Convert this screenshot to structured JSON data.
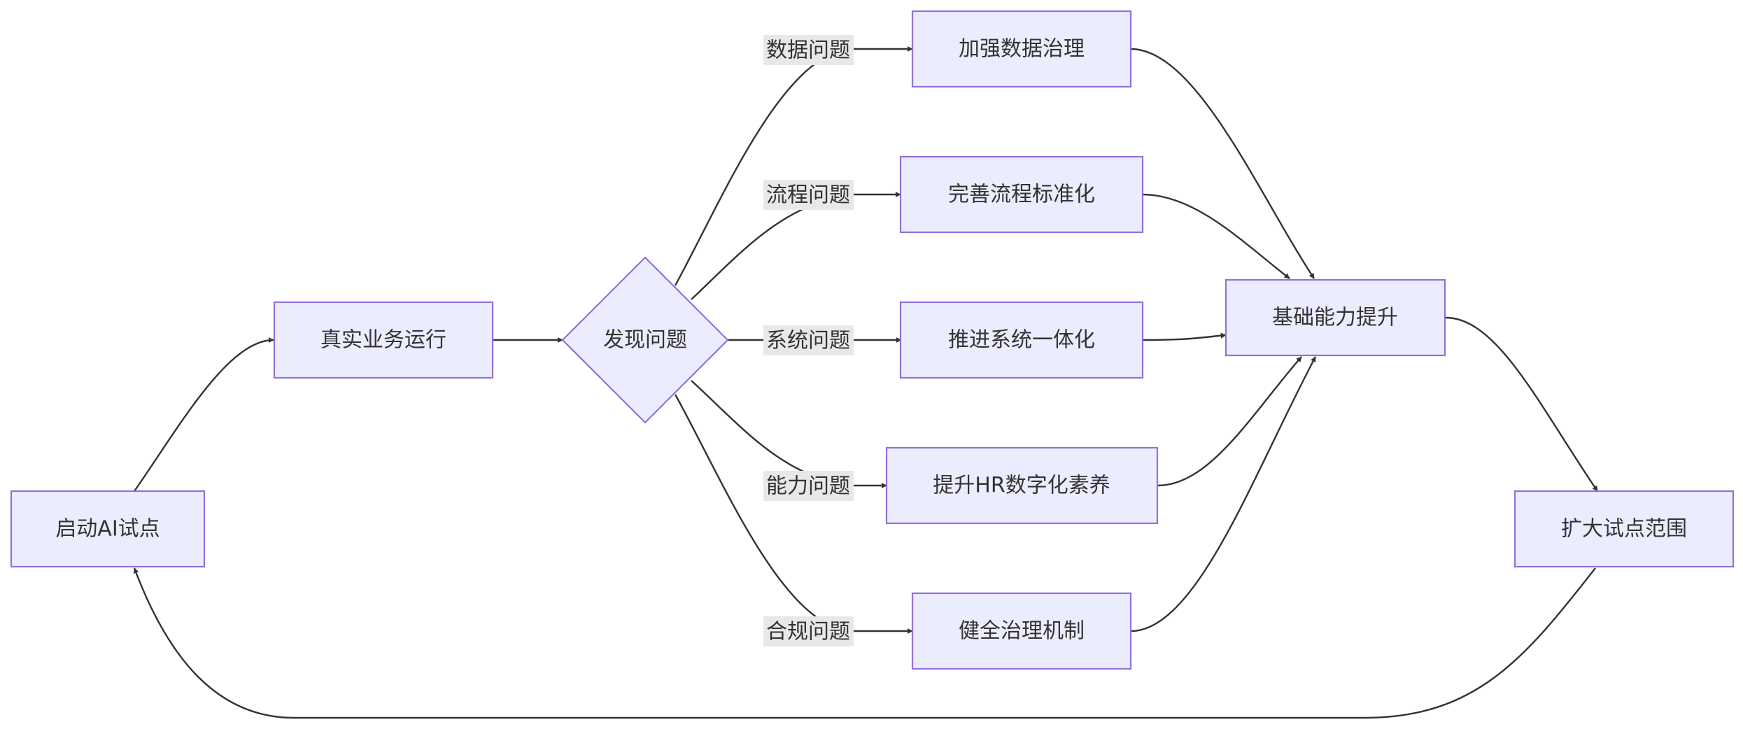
{
  "nodes": {
    "start": "启动AI试点",
    "run": "真实业务运行",
    "discover": "发现问题",
    "data_gov": "加强数据治理",
    "process_std": "完善流程标准化",
    "system_int": "推进系统一体化",
    "hr_digital": "提升HR数字化素养",
    "governance": "健全治理机制",
    "capability": "基础能力提升",
    "expand": "扩大试点范围"
  },
  "edge_labels": {
    "data": "数据问题",
    "process": "流程问题",
    "system": "系统问题",
    "ability": "能力问题",
    "compliance": "合规问题"
  },
  "colors": {
    "node_fill": "#ececff",
    "node_stroke": "#9370db",
    "edge": "#333333",
    "edge_label_bg": "#e8e8e8",
    "text": "#333333"
  }
}
